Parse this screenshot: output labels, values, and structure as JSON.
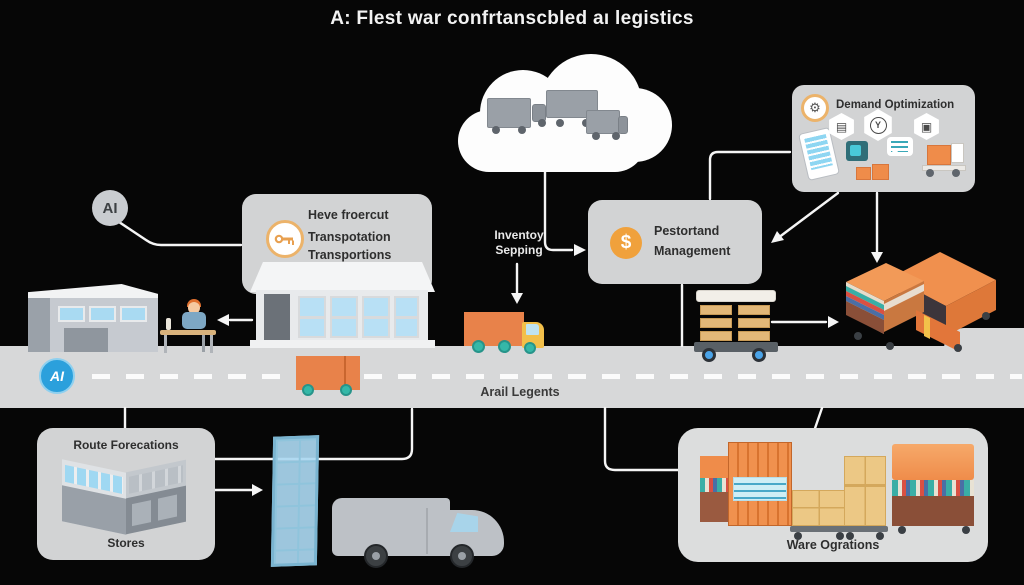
{
  "title": "A: Flest war confrtanscbled aı legistics",
  "badges": {
    "ai": "AI",
    "road_logo": "AI"
  },
  "boxes": {
    "demand": {
      "title": "Demand Optimization"
    },
    "fleet": {
      "line1": "Heve froercut",
      "line2": "Transpotation",
      "line3": "Transportions"
    },
    "management": {
      "line1": "Pestortand",
      "line2": "Management"
    },
    "route": {
      "title": "Route Forecations",
      "caption": "Stores"
    },
    "warehouse_ops": {
      "caption": "Ware Ogrations"
    }
  },
  "labels": {
    "inventory_line1": "Inventoy",
    "inventory_line2": "Sepping",
    "road_label": "Arail Legents"
  },
  "icons": {
    "gear": "⚙",
    "grid": "▤",
    "box": "▣",
    "clock_letter": "Y",
    "dollar": "$"
  },
  "colors": {
    "background": "#060606",
    "panel_gray": "#d2d3d4",
    "road_gray": "#d7d8d9",
    "accent_orange": "#ef8c4a",
    "ring_orange": "#ecb36a",
    "teal_wheel": "#35b8a8",
    "logo_blue": "#2ba0dc",
    "window_blue": "#a9daf2",
    "cab_yellow": "#f2bf4a",
    "line_white": "#f5f5f5"
  }
}
